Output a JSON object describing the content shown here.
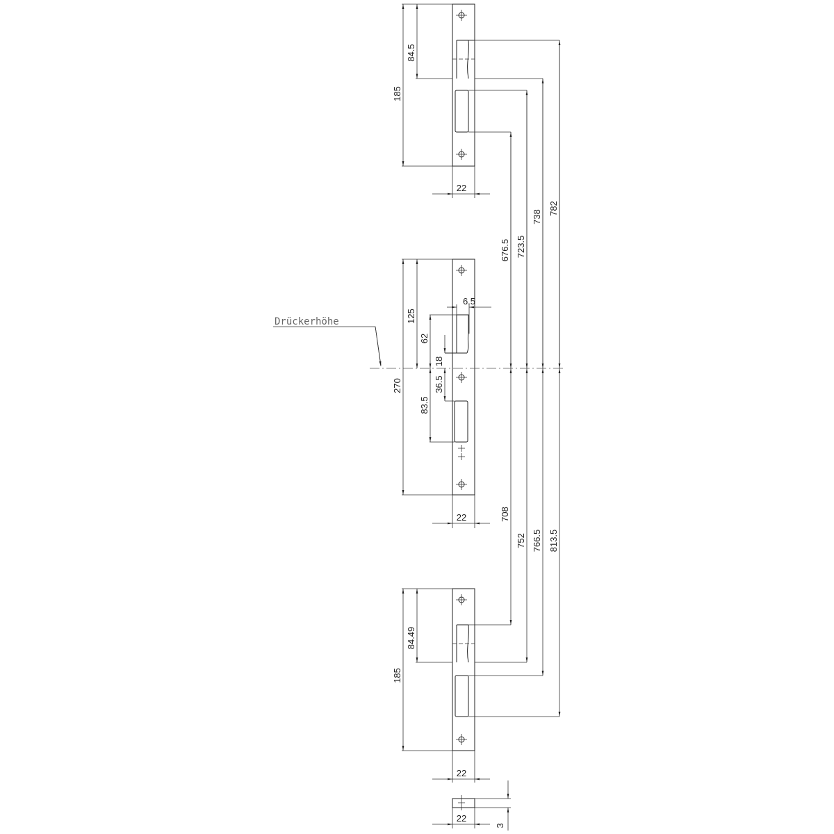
{
  "drawing": {
    "handle_height_label": "Drückerhöhe",
    "top_plate": {
      "length": "185",
      "latch_offset": "84.5",
      "width": "22"
    },
    "middle_plate": {
      "length": "270",
      "top_to_center": "125",
      "latch_to_center": "62",
      "latch_gap": "18",
      "center_to_bolt": "36.5",
      "bolt_bottom": "83.5",
      "latch_depth": "6.5",
      "width": "22"
    },
    "bottom_plate": {
      "length": "185",
      "latch_offset": "84.49",
      "width": "22"
    },
    "upper_distances": [
      "676.5",
      "723.5",
      "738",
      "782"
    ],
    "lower_distances": [
      "708",
      "752",
      "766.5",
      "813.5"
    ],
    "side_view": {
      "width": "22",
      "thickness": "3"
    }
  }
}
